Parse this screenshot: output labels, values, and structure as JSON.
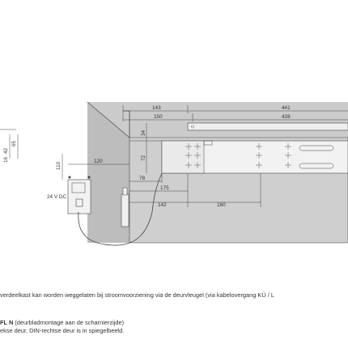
{
  "colors": {
    "wall": "#cbcbcb",
    "wall_dark": "#bdbdbd",
    "line": "#444444",
    "part": "#f2f2f2",
    "background": "#ffffff"
  },
  "dimensions": {
    "d143": "143",
    "d441": "441",
    "d150": "150",
    "d428": "428",
    "d34": "34",
    "d72": "72",
    "d78": "78",
    "d175": "175",
    "d142": "142",
    "d160": "160",
    "d120": "120",
    "d110": "110",
    "d42": "42",
    "d65": "65",
    "d16": "16",
    "voltage": "24 V DC"
  },
  "notes": {
    "line1": "verdeelkast kan worden weggelaten bij stroomvoorziening via de deurvleugel (via kabelovergang KÜ / L",
    "line2_bold": "FL N",
    "line2_rest": " (deurbladmontage aan de scharnierzijde)",
    "line3": "ekse deur, DIN-rechtse deur is in spiegelbeeld."
  }
}
